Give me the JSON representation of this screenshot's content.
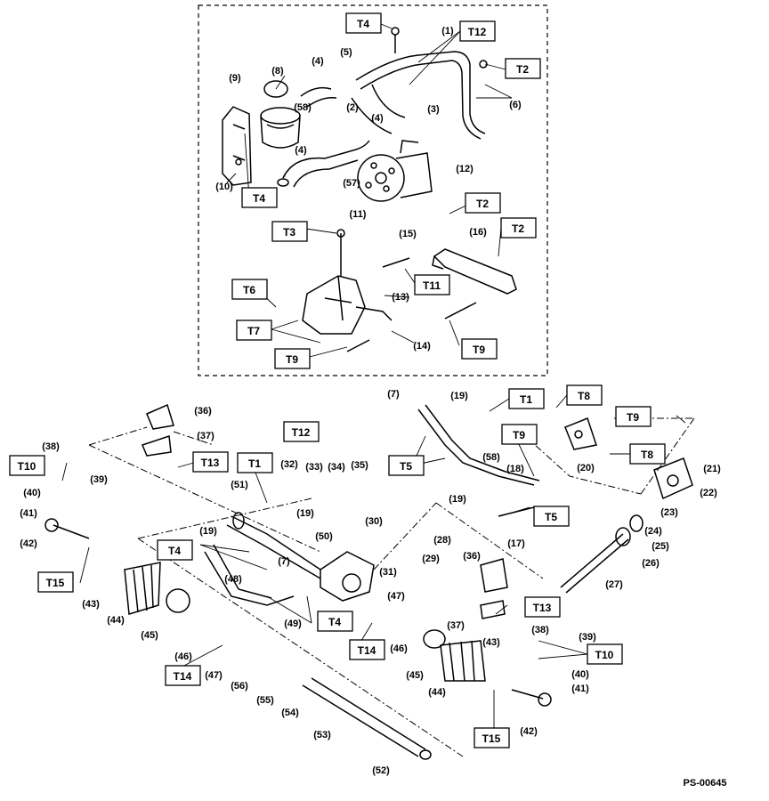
{
  "diagram_id": "PS-00645",
  "torque_labels": {
    "top": [
      "T4",
      "T12",
      "T2",
      "T4",
      "T2",
      "T3",
      "T2",
      "T11",
      "T6",
      "T7",
      "T9",
      "T9"
    ],
    "bottom": [
      "T1",
      "T8",
      "T9",
      "T8",
      "T5",
      "T9",
      "T5",
      "T10",
      "T13",
      "T12",
      "T1",
      "T15",
      "T4",
      "T4",
      "T14",
      "T13",
      "T14",
      "T15",
      "T10"
    ]
  },
  "part_labels": {
    "top": [
      "(1)",
      "(2)",
      "(3)",
      "(4)",
      "(4)",
      "(4)",
      "(5)",
      "(6)",
      "(8)",
      "(9)",
      "(10)",
      "(11)",
      "(12)",
      "(13)",
      "(14)",
      "(15)",
      "(16)",
      "(57)",
      "(58)"
    ],
    "bottom": [
      "(7)",
      "(19)",
      "(18)",
      "(58)",
      "(19)",
      "(17)",
      "(20)",
      "(21)",
      "(22)",
      "(23)",
      "(24)",
      "(25)",
      "(26)",
      "(27)",
      "(36)",
      "(37)",
      "(38)",
      "(39)",
      "(40)",
      "(41)",
      "(42)",
      "(43)",
      "(44)",
      "(45)",
      "(46)",
      "(47)",
      "(32)",
      "(33)",
      "(34)",
      "(35)",
      "(51)",
      "(19)",
      "(50)",
      "(30)",
      "(28)",
      "(29)",
      "(31)",
      "(19)",
      "(7)",
      "(48)",
      "(49)",
      "(47)",
      "(46)",
      "(36)",
      "(37)",
      "(38)",
      "(39)",
      "(40)",
      "(41)",
      "(45)",
      "(44)",
      "(43)",
      "(42)",
      "(56)",
      "(55)",
      "(54)",
      "(53)",
      "(52)"
    ]
  }
}
